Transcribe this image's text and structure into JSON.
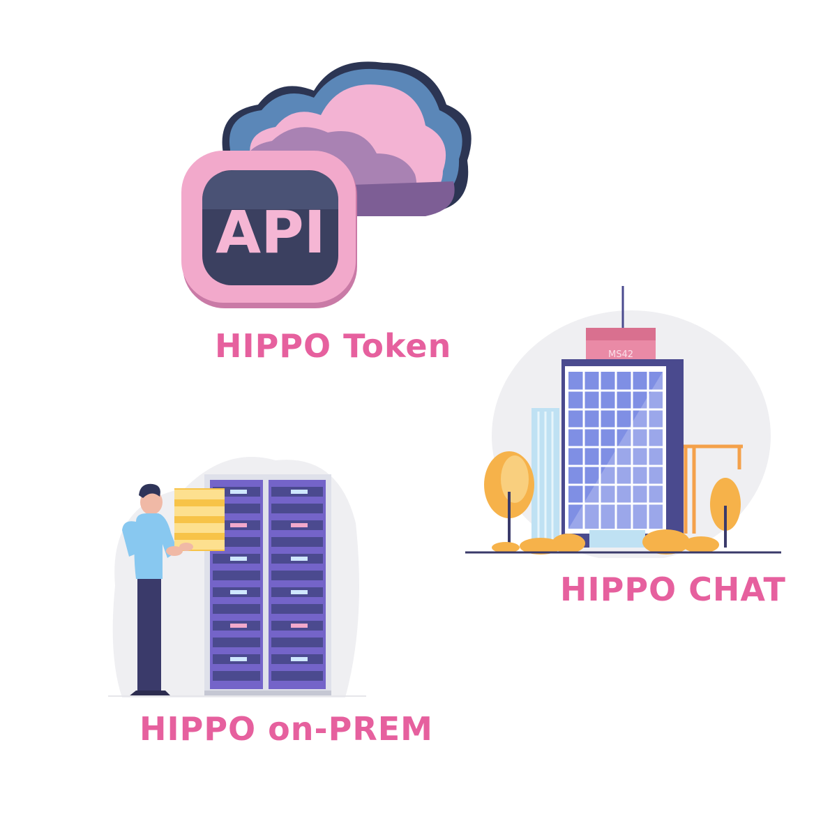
{
  "products": {
    "token": {
      "label": "HIPPO Token",
      "badge_text": "API"
    },
    "chat": {
      "label": "HIPPO CHAT",
      "building_sign": "MS42"
    },
    "onprem": {
      "label": "HIPPO on-PREM"
    }
  },
  "colors": {
    "label_pink": "#e6609e",
    "cloud_blue": "#5b87b8",
    "cloud_pink": "#f3b3d3",
    "cloud_purple": "#a982b3",
    "badge_dark": "#3b4060",
    "building_purple": "#4a4a8e",
    "tree_orange": "#f6b24a",
    "server_purple": "#7464c9"
  }
}
